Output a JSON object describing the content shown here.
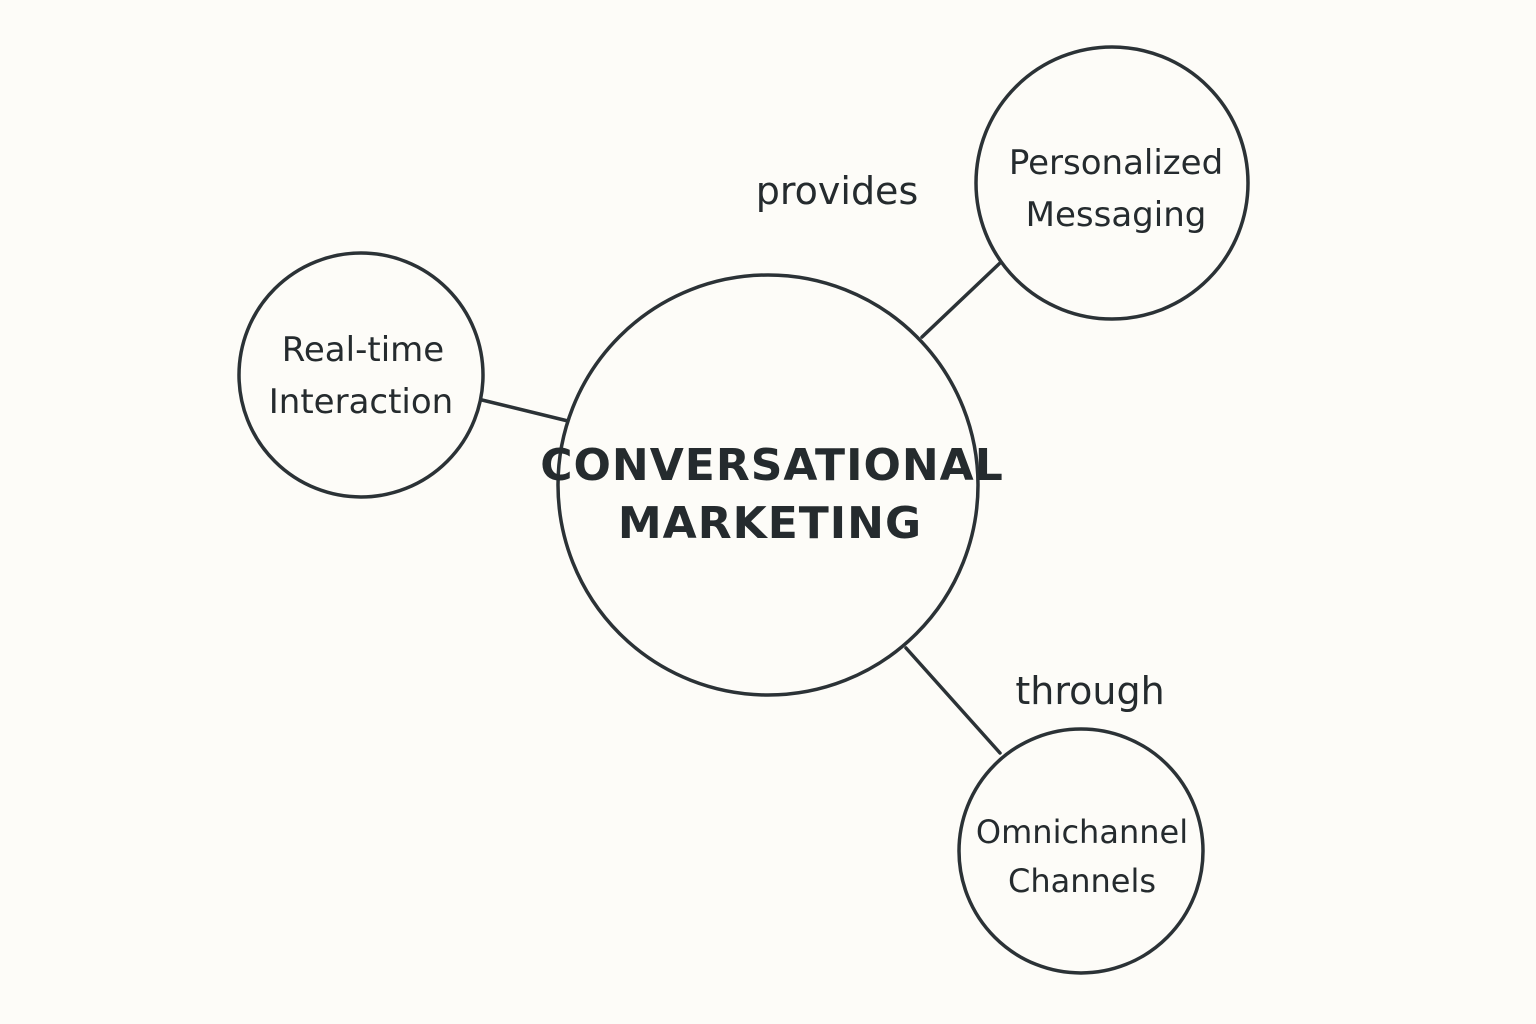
{
  "diagram": {
    "center": {
      "line1": "CONVERSATIONAL",
      "line2": "MARKETING"
    },
    "nodes": {
      "realtime": {
        "line1": "Real-time",
        "line2": "Interaction"
      },
      "personalized": {
        "line1": "Personalized",
        "line2": "Messaging"
      },
      "omnichannel": {
        "line1": "Omnichannel",
        "line2": "Channels"
      }
    },
    "edge_labels": {
      "provides": "provides",
      "through": "through"
    }
  },
  "colors": {
    "background": "#fdfcf8",
    "stroke": "#2b3236",
    "text": "#252b2e"
  }
}
